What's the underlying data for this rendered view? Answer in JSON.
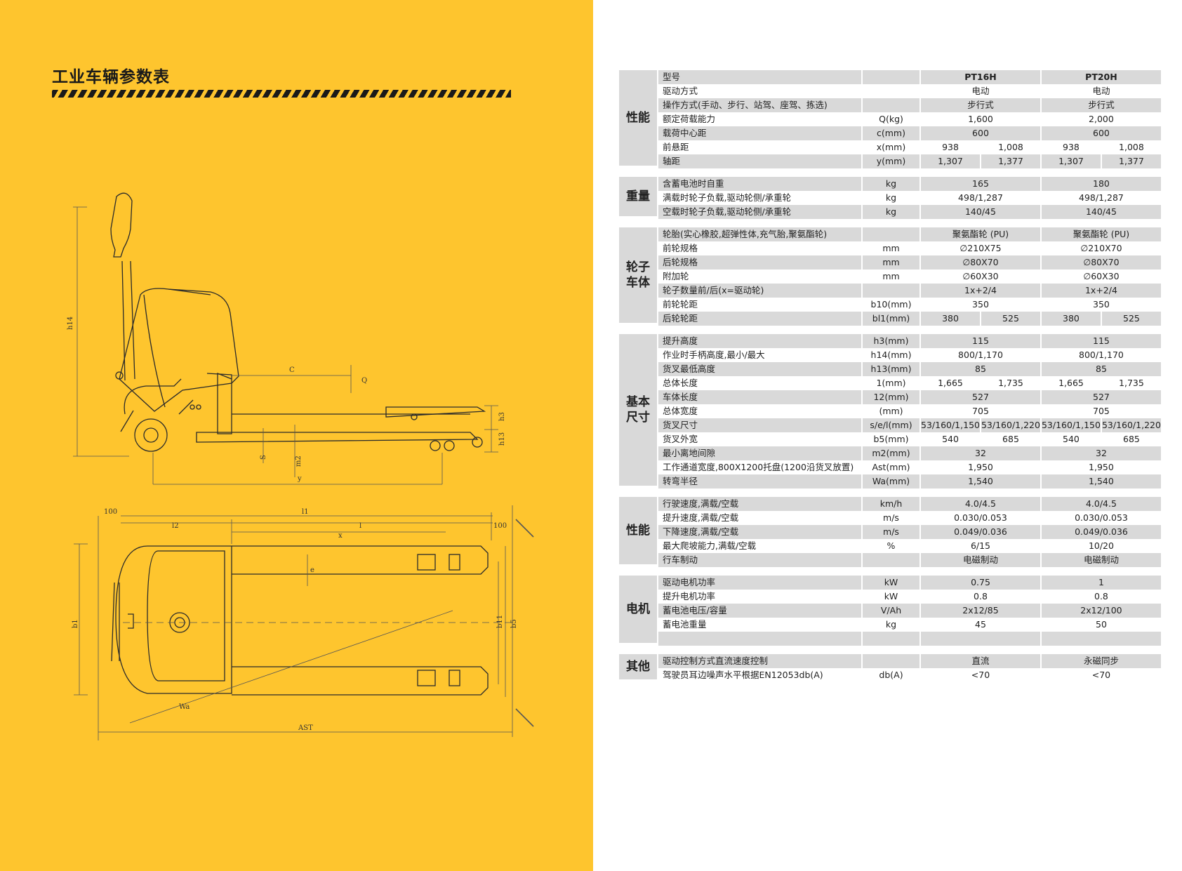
{
  "title": "工业车辆参数表",
  "colors": {
    "accent_yellow": "#fec52e",
    "row_gray": "#d9d9d9",
    "text": "#222222"
  },
  "drawing_labels": {
    "side": [
      "h14",
      "C",
      "Q",
      "h3",
      "h13",
      "S",
      "m2",
      "y"
    ],
    "top": [
      "100",
      "l1",
      "l2",
      "l",
      "100",
      "x",
      "e",
      "b1",
      "b11",
      "b5",
      "Wa",
      "AST"
    ]
  },
  "spec_table": {
    "header": {
      "category": "性能",
      "param": "型号",
      "unit": "",
      "models": [
        "PT16H",
        "PT20H"
      ]
    },
    "groups": [
      {
        "category": "性能",
        "rows": [
          {
            "param": "驱动方式",
            "unit": "",
            "v": [
              [
                "电动"
              ],
              [
                "电动"
              ]
            ]
          },
          {
            "param": "操作方式(手动、步行、站驾、座驾、拣选)",
            "unit": "",
            "v": [
              [
                "步行式"
              ],
              [
                "步行式"
              ]
            ]
          },
          {
            "param": "额定荷载能力",
            "unit": "Q(kg)",
            "v": [
              [
                "1,600"
              ],
              [
                "2,000"
              ]
            ]
          },
          {
            "param": "载荷中心距",
            "unit": "c(mm)",
            "v": [
              [
                "600"
              ],
              [
                "600"
              ]
            ]
          },
          {
            "param": "前悬距",
            "unit": "x(mm)",
            "v": [
              [
                "938",
                "1,008"
              ],
              [
                "938",
                "1,008"
              ]
            ]
          },
          {
            "param": "轴距",
            "unit": "y(mm)",
            "v": [
              [
                "1,307",
                "1,377"
              ],
              [
                "1,307",
                "1,377"
              ]
            ]
          }
        ]
      },
      {
        "category": "重量",
        "rows": [
          {
            "param": "含蓄电池时自重",
            "unit": "kg",
            "v": [
              [
                "165"
              ],
              [
                "180"
              ]
            ]
          },
          {
            "param": "满载时轮子负载,驱动轮侧/承重轮",
            "unit": "kg",
            "v": [
              [
                "498/1,287"
              ],
              [
                "498/1,287"
              ]
            ]
          },
          {
            "param": "空载时轮子负载,驱动轮侧/承重轮",
            "unit": "kg",
            "v": [
              [
                "140/45"
              ],
              [
                "140/45"
              ]
            ]
          }
        ]
      },
      {
        "category": "轮子车体",
        "rows": [
          {
            "param": "轮胎(实心橡胶,超弹性体,充气胎,聚氨酯轮)",
            "unit": "",
            "v": [
              [
                "聚氨酯轮 (PU)"
              ],
              [
                "聚氨酯轮 (PU)"
              ]
            ]
          },
          {
            "param": "前轮规格",
            "unit": "mm",
            "v": [
              [
                "∅210X75"
              ],
              [
                "∅210X70"
              ]
            ]
          },
          {
            "param": "后轮规格",
            "unit": "mm",
            "v": [
              [
                "∅80X70"
              ],
              [
                "∅80X70"
              ]
            ]
          },
          {
            "param": "附加轮",
            "unit": "mm",
            "v": [
              [
                "∅60X30"
              ],
              [
                "∅60X30"
              ]
            ]
          },
          {
            "param": "轮子数量前/后(x=驱动轮)",
            "unit": "",
            "v": [
              [
                "1x+2/4"
              ],
              [
                "1x+2/4"
              ]
            ]
          },
          {
            "param": "前轮轮距",
            "unit": "b10(mm)",
            "v": [
              [
                "350"
              ],
              [
                "350"
              ]
            ]
          },
          {
            "param": "后轮轮距",
            "unit": "bl1(mm)",
            "v": [
              [
                "380",
                "525"
              ],
              [
                "380",
                "525"
              ]
            ]
          }
        ]
      },
      {
        "category": "基本尺寸",
        "rows": [
          {
            "param": "提升高度",
            "unit": "h3(mm)",
            "v": [
              [
                "115"
              ],
              [
                "115"
              ]
            ]
          },
          {
            "param": "作业时手柄高度,最小/最大",
            "unit": "h14(mm)",
            "v": [
              [
                "800/1,170"
              ],
              [
                "800/1,170"
              ]
            ]
          },
          {
            "param": "货叉最低高度",
            "unit": "h13(mm)",
            "v": [
              [
                "85"
              ],
              [
                "85"
              ]
            ]
          },
          {
            "param": "总体长度",
            "unit": "1(mm)",
            "v": [
              [
                "1,665",
                "1,735"
              ],
              [
                "1,665",
                "1,735"
              ]
            ]
          },
          {
            "param": "车体长度",
            "unit": "12(mm)",
            "v": [
              [
                "527"
              ],
              [
                "527"
              ]
            ]
          },
          {
            "param": "总体宽度",
            "unit": "(mm)",
            "v": [
              [
                "705"
              ],
              [
                "705"
              ]
            ]
          },
          {
            "param": "货叉尺寸",
            "unit": "s/e/l(mm)",
            "v": [
              [
                "53/160/1,150",
                "53/160/1,220"
              ],
              [
                "53/160/1,150",
                "53/160/1,220"
              ]
            ]
          },
          {
            "param": "货叉外宽",
            "unit": "b5(mm)",
            "v": [
              [
                "540",
                "685"
              ],
              [
                "540",
                "685"
              ]
            ]
          },
          {
            "param": "最小离地间隙",
            "unit": "m2(mm)",
            "v": [
              [
                "32"
              ],
              [
                "32"
              ]
            ]
          },
          {
            "param": "工作通道宽度,800X1200托盘(1200沿货叉放置)",
            "unit": "Ast(mm)",
            "v": [
              [
                "1,950"
              ],
              [
                "1,950"
              ]
            ]
          },
          {
            "param": "转弯半径",
            "unit": "Wa(mm)",
            "v": [
              [
                "1,540"
              ],
              [
                "1,540"
              ]
            ]
          }
        ]
      },
      {
        "category": "性能",
        "rows": [
          {
            "param": "行驶速度,满载/空载",
            "unit": "km/h",
            "v": [
              [
                "4.0/4.5"
              ],
              [
                "4.0/4.5"
              ]
            ]
          },
          {
            "param": "提升速度,满载/空载",
            "unit": "m/s",
            "v": [
              [
                "0.030/0.053"
              ],
              [
                "0.030/0.053"
              ]
            ]
          },
          {
            "param": "下降速度,满载/空载",
            "unit": "m/s",
            "v": [
              [
                "0.049/0.036"
              ],
              [
                "0.049/0.036"
              ]
            ]
          },
          {
            "param": "最大爬坡能力,满载/空载",
            "unit": "%",
            "v": [
              [
                "6/15"
              ],
              [
                "10/20"
              ]
            ]
          },
          {
            "param": "行车制动",
            "unit": "",
            "v": [
              [
                "电磁制动"
              ],
              [
                "电磁制动"
              ]
            ]
          }
        ]
      },
      {
        "category": "电机",
        "rows": [
          {
            "param": "驱动电机功率",
            "unit": "kW",
            "v": [
              [
                "0.75"
              ],
              [
                "1"
              ]
            ]
          },
          {
            "param": "提升电机功率",
            "unit": "kW",
            "v": [
              [
                "0.8"
              ],
              [
                "0.8"
              ]
            ]
          },
          {
            "param": "蓄电池电压/容量",
            "unit": "V/Ah",
            "v": [
              [
                "2x12/85"
              ],
              [
                "2x12/100"
              ]
            ]
          },
          {
            "param": "蓄电池重量",
            "unit": "kg",
            "v": [
              [
                "45"
              ],
              [
                "50"
              ]
            ]
          },
          {
            "param": "",
            "unit": "",
            "v": [
              [
                ""
              ],
              [
                ""
              ]
            ]
          }
        ]
      },
      {
        "category": "其他",
        "rows": [
          {
            "param": "驱动控制方式直流速度控制",
            "unit": "",
            "v": [
              [
                "直流"
              ],
              [
                "永磁同步"
              ]
            ]
          },
          {
            "param": "驾驶员耳边噪声水平根据EN12053db(A)",
            "unit": "db(A)",
            "v": [
              [
                "<70"
              ],
              [
                "<70"
              ]
            ]
          }
        ]
      }
    ]
  }
}
